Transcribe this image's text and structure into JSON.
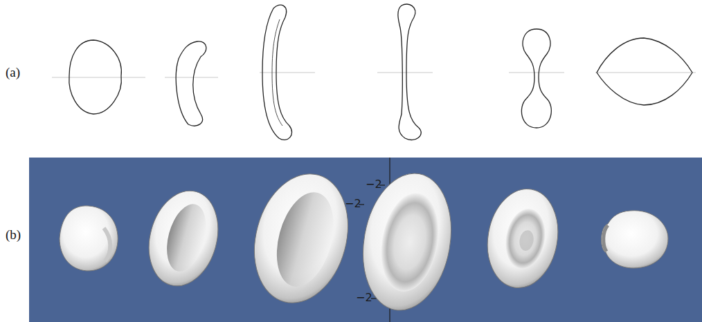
{
  "diagram": {
    "labels": [
      "(a)",
      "(b)",
      "−2",
      "−2",
      "−2"
    ]
  }
}
